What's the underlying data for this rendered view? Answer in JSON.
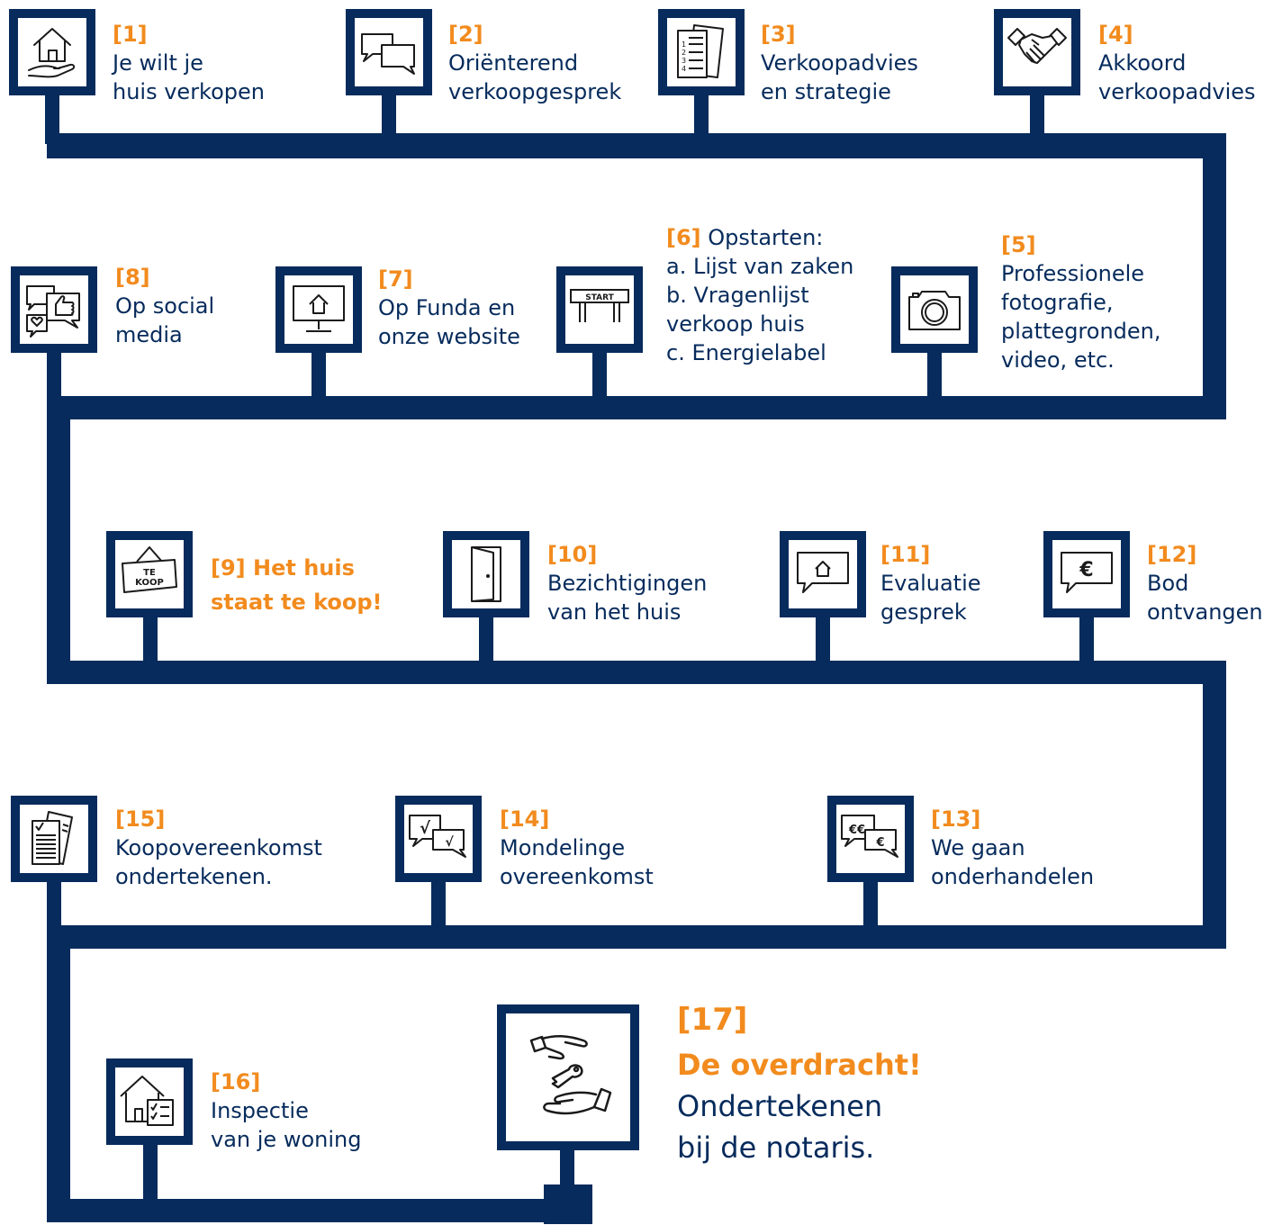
{
  "colors": {
    "navy": "#062b5c",
    "orange": "#f28b1e",
    "background": "#ffffff"
  },
  "steps": [
    {
      "num": "[1]",
      "lines": [
        "Je wilt je",
        "huis verkopen"
      ],
      "icon": "house-in-hand-icon"
    },
    {
      "num": "[2]",
      "lines": [
        "Oriënterend",
        "verkoopgesprek"
      ],
      "icon": "speech-bubbles-icon"
    },
    {
      "num": "[3]",
      "lines": [
        "Verkoopadvies",
        "en strategie"
      ],
      "icon": "numbered-list-icon"
    },
    {
      "num": "[4]",
      "lines": [
        "Akkoord",
        "verkoopadvies"
      ],
      "icon": "handshake-icon"
    },
    {
      "num": "[5]",
      "lines": [
        "Professionele",
        "fotografie,",
        "plattegronden,",
        "video, etc."
      ],
      "icon": "camera-icon"
    },
    {
      "num": "[6]",
      "title": "Opstarten:",
      "lines": [
        "a. Lijst van zaken",
        "b. Vragenlijst",
        "verkoop huis",
        "c. Energielabel"
      ],
      "icon": "start-sign-icon",
      "icon_text": "START"
    },
    {
      "num": "[7]",
      "lines": [
        "Op Funda en",
        "onze website"
      ],
      "icon": "monitor-house-icon"
    },
    {
      "num": "[8]",
      "lines": [
        "Op social",
        "media"
      ],
      "icon": "social-media-icon"
    },
    {
      "num": "[9]",
      "lines": [
        "Het huis",
        "staat te koop!"
      ],
      "icon": "for-sale-sign-icon",
      "icon_text": [
        "TE",
        "KOOP"
      ]
    },
    {
      "num": "[10]",
      "lines": [
        "Bezichtigingen",
        "van het huis"
      ],
      "icon": "door-icon"
    },
    {
      "num": "[11]",
      "lines": [
        "Evaluatie",
        "gesprek"
      ],
      "icon": "house-chat-icon"
    },
    {
      "num": "[12]",
      "lines": [
        "Bod",
        "ontvangen"
      ],
      "icon": "euro-chat-icon",
      "icon_text": "€"
    },
    {
      "num": "[13]",
      "lines": [
        "We gaan",
        "onderhandelen"
      ],
      "icon": "euro-bubbles-icon",
      "icon_text": [
        "€€",
        "€"
      ]
    },
    {
      "num": "[14]",
      "lines": [
        "Mondelinge",
        "overeenkomst"
      ],
      "icon": "check-bubbles-icon",
      "icon_text": [
        "√",
        "√"
      ]
    },
    {
      "num": "[15]",
      "lines": [
        "Koopovereenkomst",
        "ondertekenen."
      ],
      "icon": "contract-documents-icon"
    },
    {
      "num": "[16]",
      "lines": [
        "Inspectie",
        "van je woning"
      ],
      "icon": "house-checklist-icon"
    },
    {
      "num": "[17]",
      "title": "De overdracht!",
      "lines": [
        "Ondertekenen",
        "bij de notaris."
      ],
      "icon": "key-handover-icon"
    }
  ]
}
